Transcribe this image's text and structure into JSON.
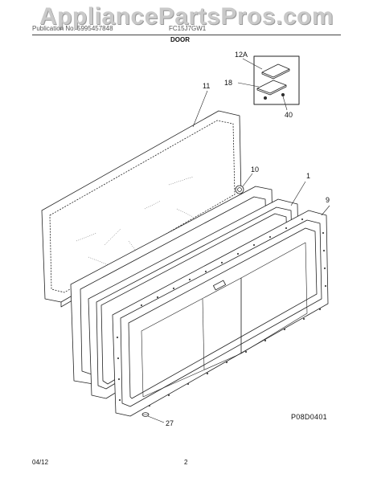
{
  "watermark": "AppliancePartsPros.com",
  "header": {
    "left_text": "Publication No. 5995457848",
    "right_text": "FC15J7GW1",
    "section_title": "DOOR"
  },
  "callouts": {
    "c12a": "12A",
    "c18": "18",
    "c40": "40",
    "c11": "11",
    "c10": "10",
    "c1": "1",
    "c9": "9",
    "c27": "27"
  },
  "diagram_code": "P08D0401",
  "footer": {
    "date": "04/12",
    "page": "2"
  }
}
